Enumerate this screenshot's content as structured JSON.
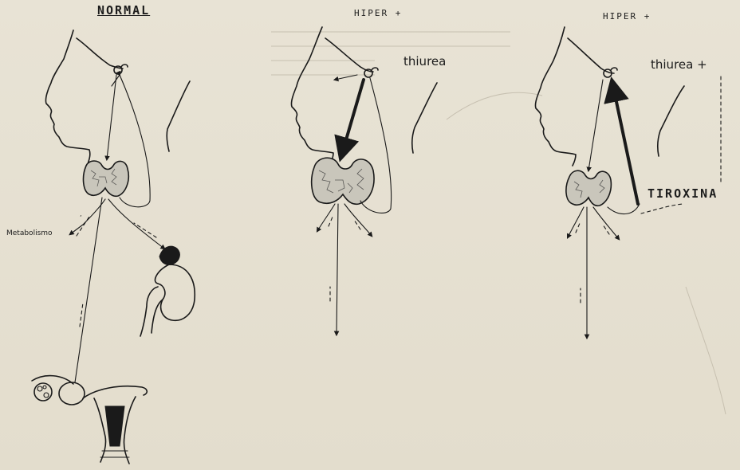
{
  "panels": [
    {
      "title": "NORMAL"
    },
    {
      "title": "HIPER +",
      "hormone_label": "thiurea"
    },
    {
      "title": "HIPER +",
      "hormone_label": "thiurea +",
      "effect_label": "TIROXINA"
    }
  ],
  "metabolism_label": "Metabolismo",
  "icons": [
    "head-profile-icon",
    "pituitary-icon",
    "thyroid-gland-icon",
    "kidney-icon",
    "adrenal-gland-icon",
    "ovary-uterus-icon"
  ]
}
